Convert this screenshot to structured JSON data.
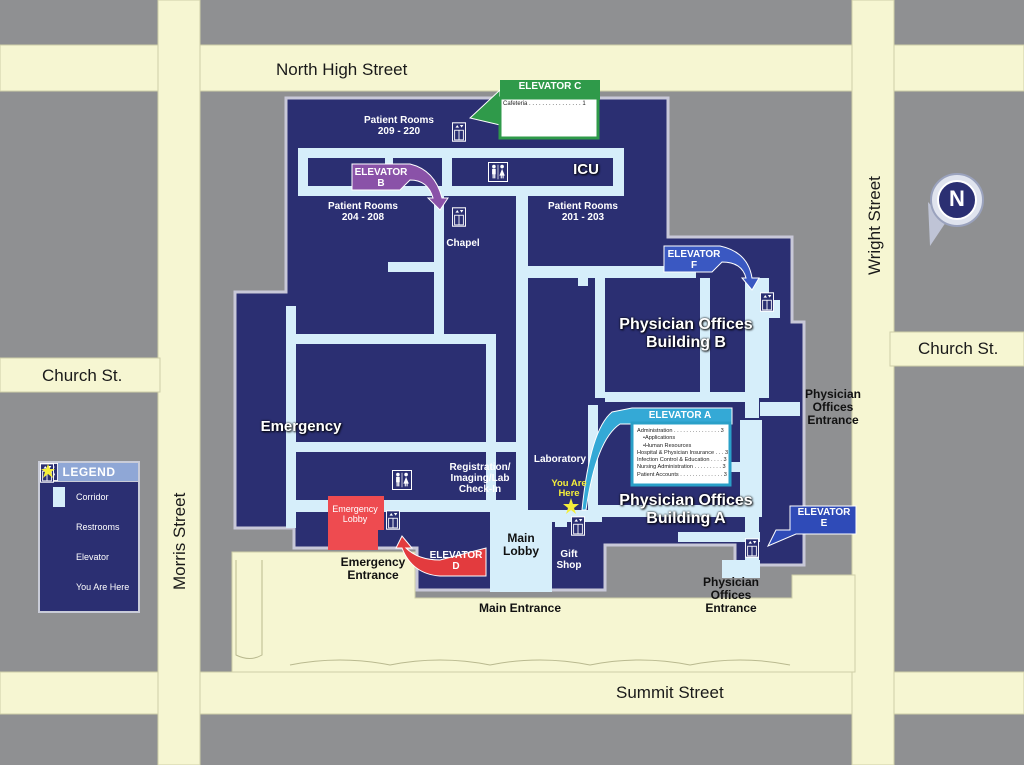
{
  "streets": {
    "north": "North High Street",
    "south": "Summit Street",
    "west": "Morris Street",
    "east": "Wright Street",
    "church_west": "Church St.",
    "church_east": "Church St."
  },
  "compass": {
    "letter": "N",
    "icon": "north-compass-icon"
  },
  "legend": {
    "title": "LEGEND",
    "items": [
      {
        "label": "Corridor",
        "icon": "corridor-swatch"
      },
      {
        "label": "Restrooms",
        "icon": "restroom-icon"
      },
      {
        "label": "Elevator",
        "icon": "elevator-icon"
      },
      {
        "label": "You Are Here",
        "icon": "star-icon"
      }
    ]
  },
  "elevators": {
    "a": {
      "line1": "ELEVATOR",
      "line2": "A"
    },
    "b": {
      "line1": "ELEVATOR",
      "line2": "B"
    },
    "c": {
      "line1": "ELEVATOR",
      "line2": "C"
    },
    "d": {
      "line1": "ELEVATOR",
      "line2": "D"
    },
    "e": {
      "line1": "ELEVATOR",
      "line2": "E"
    },
    "f": {
      "line1": "ELEVATOR",
      "line2": "F"
    }
  },
  "directory_c": {
    "entry": "Cafeteria",
    "floor": "1"
  },
  "directory_a": {
    "lines": [
      "Administration . . . . . . . . . . . . . . . 3",
      "•Applications",
      "•Human Resources",
      "Hospital & Physician Insurance . . . 3",
      "Infection Control & Education . . . . 3",
      "Nursing Administration . . . . . . . . . 3",
      "Patient Accounts . . . . . . . . . . . . . . 3"
    ]
  },
  "rooms": {
    "patient_209": {
      "line1": "Patient Rooms",
      "line2": "209 - 220"
    },
    "patient_204": {
      "line1": "Patient Rooms",
      "line2": "204 - 208"
    },
    "patient_201": {
      "line1": "Patient Rooms",
      "line2": "201 - 203"
    },
    "icu": "ICU",
    "chapel": "Chapel",
    "emergency": "Emergency",
    "laboratory": "Laboratory",
    "registration": {
      "line1": "Registration/",
      "line2": "Imaging/Lab",
      "line3": "Check-In"
    },
    "you_are_here": {
      "line1": "You Are",
      "line2": "Here"
    },
    "main_lobby": {
      "line1": "Main",
      "line2": "Lobby"
    },
    "gift_shop": {
      "line1": "Gift",
      "line2": "Shop"
    },
    "emergency_lobby": {
      "line1": "Emergency",
      "line2": "Lobby"
    },
    "phys_b": {
      "line1": "Physician Offices",
      "line2": "Building B"
    },
    "phys_a": {
      "line1": "Physician Offices",
      "line2": "Building A"
    }
  },
  "entrances": {
    "emergency": {
      "line1": "Emergency",
      "line2": "Entrance"
    },
    "main": "Main Entrance",
    "phys_east": {
      "line1": "Physician",
      "line2": "Offices",
      "line3": "Entrance"
    },
    "phys_south": {
      "line1": "Physician",
      "line2": "Offices",
      "line3": "Entrance"
    }
  },
  "colors": {
    "background": "#8f9092",
    "road": "#f6f6d2",
    "building": "#2b2f72",
    "building_border": "#c8c8d8",
    "corridor": "#d6eefa",
    "emergency_lobby": "#ee4b50",
    "elevator_c": "#2f9a4a",
    "elevator_b": "#8a52a8",
    "elevator_d": "#e33b3e",
    "elevator_a": "#34a9d6",
    "elevator_f": "#3a58c2",
    "star": "#f4ee3a"
  }
}
